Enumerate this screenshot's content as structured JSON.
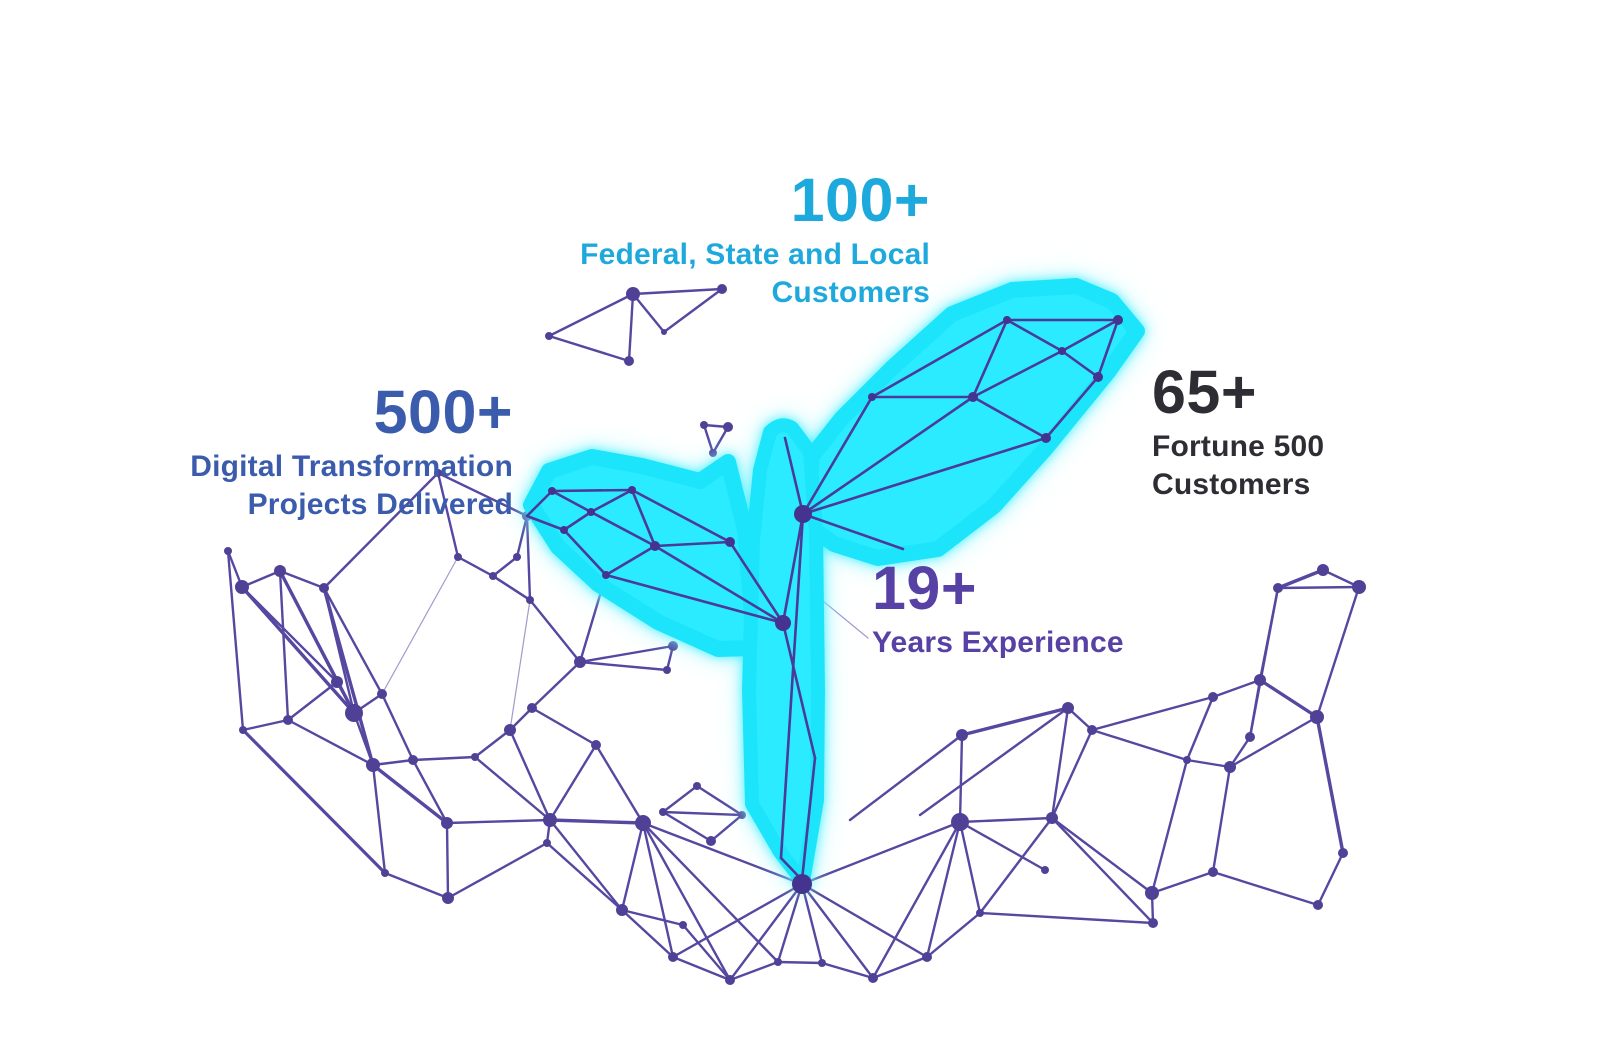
{
  "stats": [
    {
      "id": "federal-state-local",
      "value": "100+",
      "label_lines": [
        "Federal, State and Local",
        "Customers"
      ],
      "color": "#1ea9dd",
      "align": "right"
    },
    {
      "id": "digital-transformation",
      "value": "500+",
      "label_lines": [
        "Digital Transformation",
        "Projects Delivered"
      ],
      "color": "#3b5cad",
      "align": "right"
    },
    {
      "id": "fortune-500",
      "value": "65+",
      "label_lines": [
        "Fortune 500",
        "Customers"
      ],
      "color": "#2e2d34",
      "align": "left"
    },
    {
      "id": "years-experience",
      "value": "19+",
      "label_lines": [
        "Years Experience"
      ],
      "color": "#5741a5",
      "align": "left"
    }
  ],
  "illustration": {
    "subject": "low-poly wireframe hands cradling a glowing sprout",
    "sprout_fill": "#2aebff",
    "sprout_edge": "#1fe4fa",
    "sprout_glow": "#7df5ff",
    "wire_color": "#4a3a99",
    "node_color": "#44338f"
  },
  "background": "#ffffff"
}
